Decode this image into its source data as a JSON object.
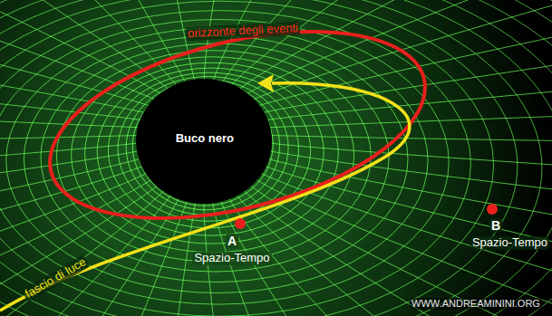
{
  "diagram": {
    "nodes": [
      {
        "text": [
          "Buco nero"
        ]
      }
    ],
    "labels": [
      "orizzonte degli eventi",
      "fascio di luce",
      "A",
      "Spazio-Tempo",
      "B",
      "Spazio-Tempo",
      "WWW.ANDREAMININI.ORG"
    ]
  }
}
